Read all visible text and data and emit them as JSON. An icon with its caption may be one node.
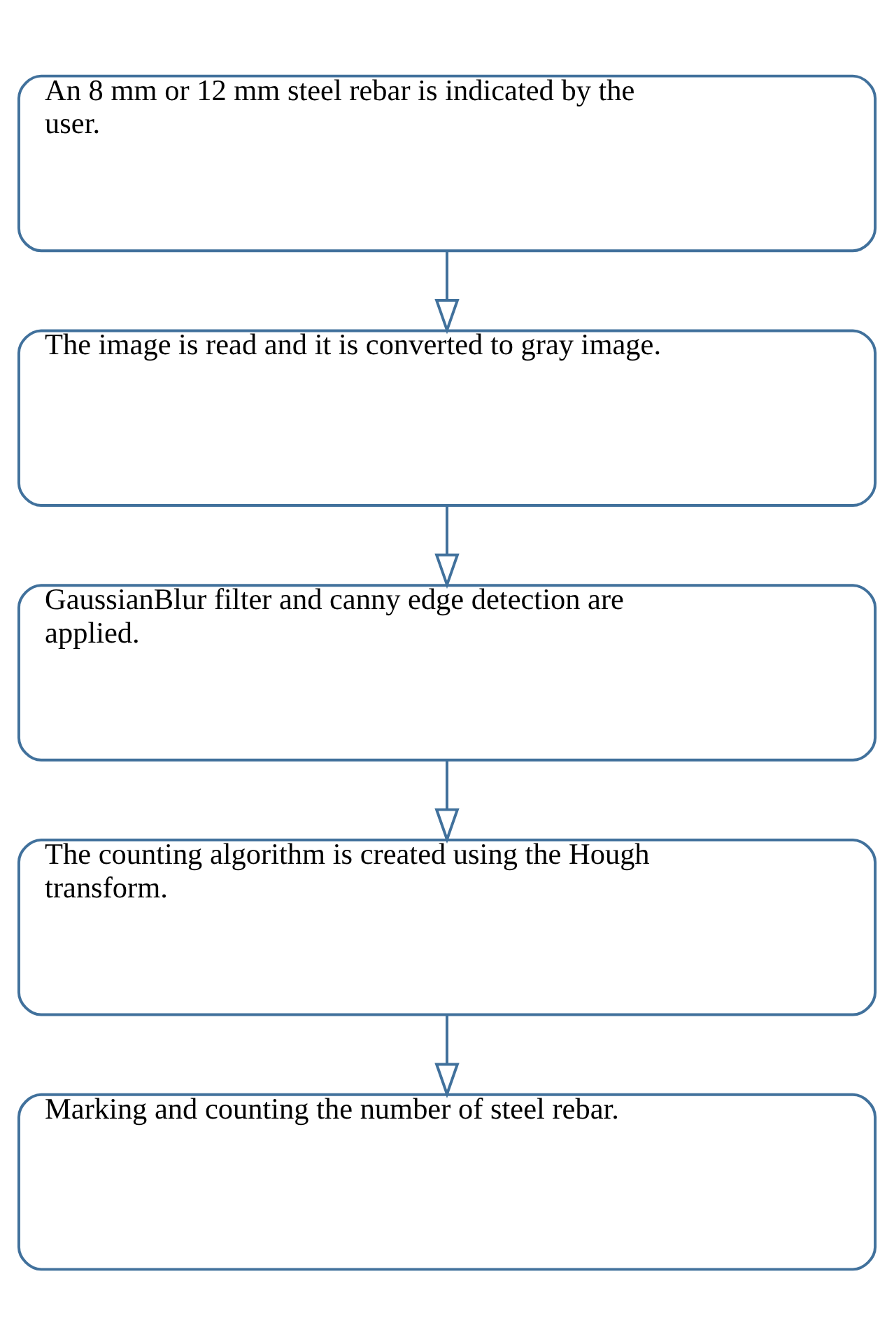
{
  "diagram": {
    "nodes": [
      {
        "text": [
          "An 8 mm or 12 mm steel rebar is indicated by the user."
        ]
      },
      {
        "text": [
          "The image is read and it is converted to gray image."
        ]
      },
      {
        "text": [
          "GaussianBlur filter and canny edge detection are applied."
        ]
      },
      {
        "text": [
          "The counting algorithm is created using the Hough transform."
        ]
      },
      {
        "text": [
          "Marking and counting the number of steel rebar."
        ]
      }
    ],
    "edges": [
      {
        "from": 0,
        "to": 1,
        "arrow": "to"
      },
      {
        "from": 1,
        "to": 2,
        "arrow": "to"
      },
      {
        "from": 2,
        "to": 3,
        "arrow": "to"
      },
      {
        "from": 3,
        "to": 4,
        "arrow": "to"
      }
    ]
  }
}
